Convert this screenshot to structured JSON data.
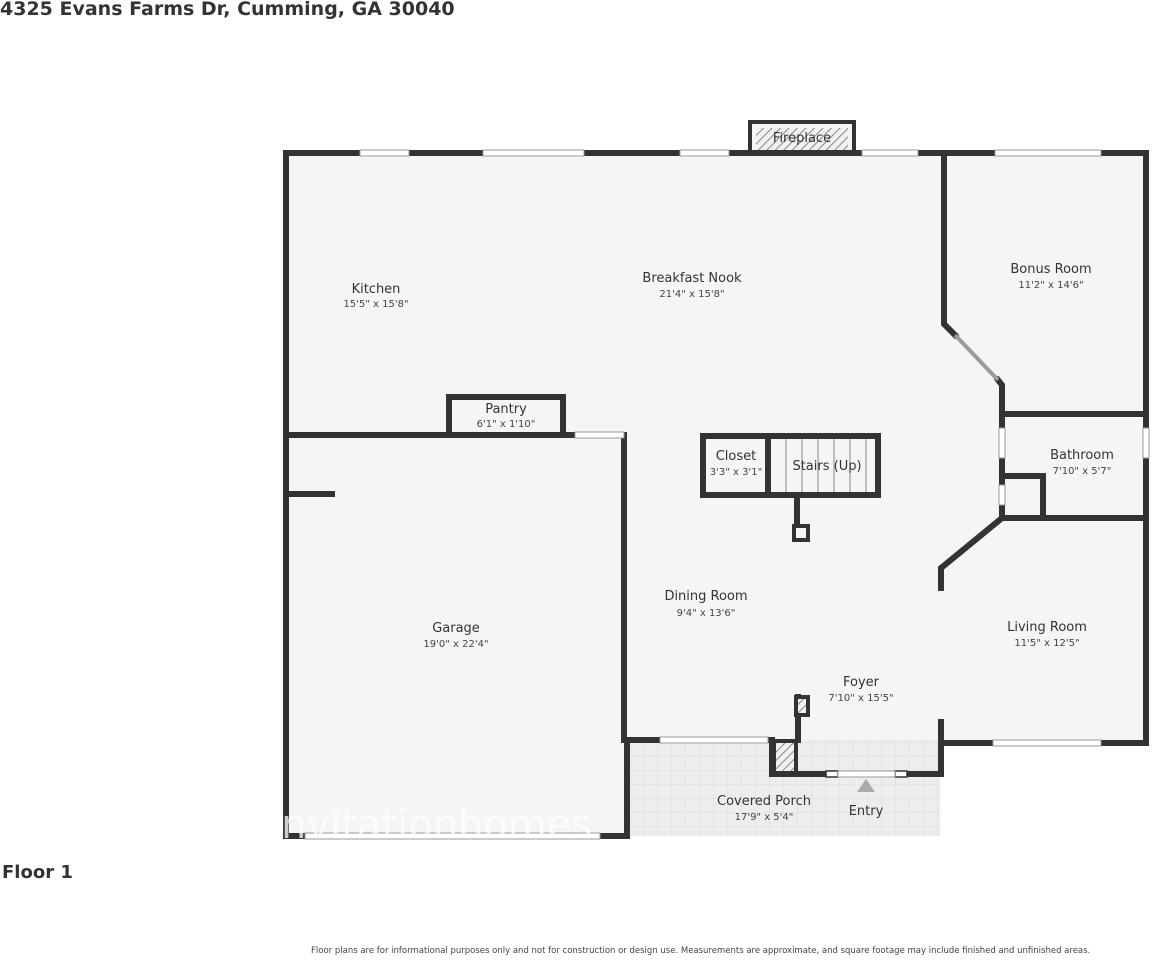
{
  "address": "4325 Evans Farms Dr, Cumming, GA 30040",
  "floor": "Floor 1",
  "disclaimer": "Floor plans are for informational purposes only and not for construction or design use. Measurements are approximate, and square footage may include finished and unfinished areas.",
  "watermark": "invitationhomes",
  "rooms": {
    "kitchen": {
      "name": "Kitchen",
      "dims": "15'5\" x 15'8\""
    },
    "breakfast_nook": {
      "name": "Breakfast Nook",
      "dims": "21'4\" x 15'8\""
    },
    "bonus_room": {
      "name": "Bonus Room",
      "dims": "11'2\" x 14'6\""
    },
    "pantry": {
      "name": "Pantry",
      "dims": "6'1\" x 1'10\""
    },
    "closet": {
      "name": "Closet",
      "dims": "3'3\" x 3'1\""
    },
    "stairs": {
      "name": "Stairs (Up)"
    },
    "bathroom": {
      "name": "Bathroom",
      "dims": "7'10\" x 5'7\""
    },
    "dining_room": {
      "name": "Dining Room",
      "dims": "9'4\" x 13'6\""
    },
    "garage": {
      "name": "Garage",
      "dims": "19'0\" x 22'4\""
    },
    "living_room": {
      "name": "Living Room",
      "dims": "11'5\" x 12'5\""
    },
    "foyer": {
      "name": "Foyer",
      "dims": "7'10\" x 15'5\""
    },
    "covered_porch": {
      "name": "Covered Porch",
      "dims": "17'9\" x 5'4\""
    },
    "fireplace": {
      "name": "Fireplace"
    },
    "entry": {
      "name": "Entry"
    }
  },
  "colors": {
    "wall": "#333333",
    "floor": "#f5f5f5",
    "porch": "#ececec"
  }
}
